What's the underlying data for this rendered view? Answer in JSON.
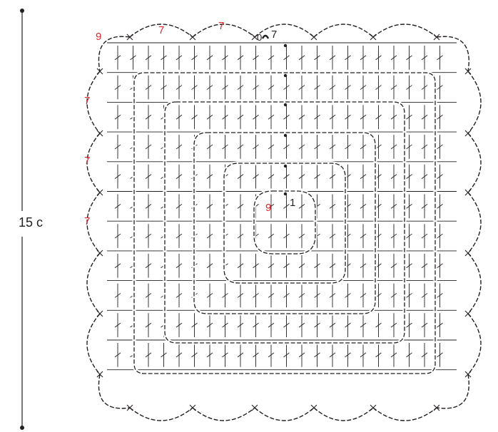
{
  "dimension": {
    "label": "15 c"
  },
  "stitch_counts": {
    "corner_chain": "9",
    "side_chain": "7",
    "center_chain": "9",
    "start_round": "1",
    "end_chain": "7",
    "end_slip": "0"
  },
  "colors": {
    "line": "#231f20",
    "count_red": "#e0262b",
    "background": "#ffffff"
  }
}
